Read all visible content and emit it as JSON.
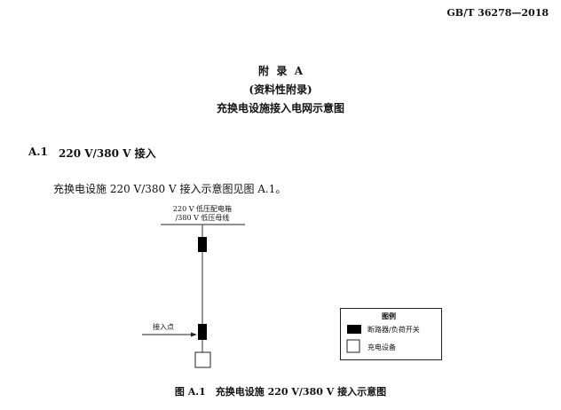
{
  "header": {
    "standard_no": "GB/T 36278—2018"
  },
  "appendix": {
    "title": "附  录  A",
    "subtitle": "(资料性附录)",
    "heading": "充换电设施接入电网示意图"
  },
  "section": {
    "number": "A.1",
    "title": "220 V/380 V 接入"
  },
  "body_text": "充换电设施 220 V/380 V 接入示意图见图 A.1。",
  "diagram": {
    "bus_label_1": "220 V 低压配电箱",
    "bus_label_2": "/380 V 低压母线",
    "access_point_label": "接入点",
    "legend": {
      "title": "图例",
      "items": [
        "断路器/负荷开关",
        "充电设备"
      ]
    }
  },
  "figure_caption": "图 A.1　充换电设施 220 V/380 V 接入示意图"
}
